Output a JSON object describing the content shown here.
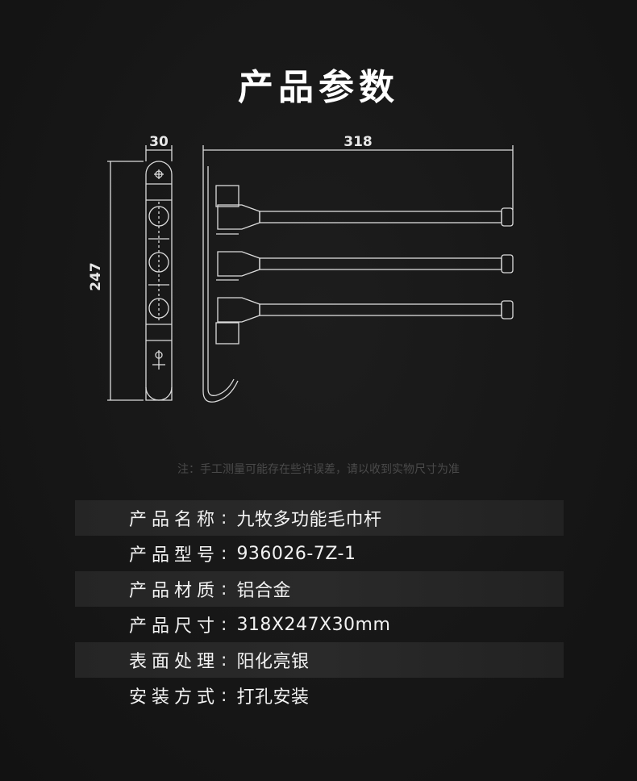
{
  "title": "产品参数",
  "dimensions": {
    "width_label": "30",
    "length_label": "318",
    "height_label": "247"
  },
  "note": "注：手工测量可能存在些许误差，请以收到实物尺寸为准",
  "specs": [
    {
      "label": "产品名称",
      "value": "九牧多功能毛巾杆"
    },
    {
      "label": "产品型号",
      "value": "936026-7Z-1"
    },
    {
      "label": "产品材质",
      "value": "铝合金"
    },
    {
      "label": "产品尺寸",
      "value": "318X247X30mm"
    },
    {
      "label": "表面处理",
      "value": "阳化亮银"
    },
    {
      "label": "安装方式",
      "value": "打孔安装"
    }
  ],
  "colon": ":"
}
